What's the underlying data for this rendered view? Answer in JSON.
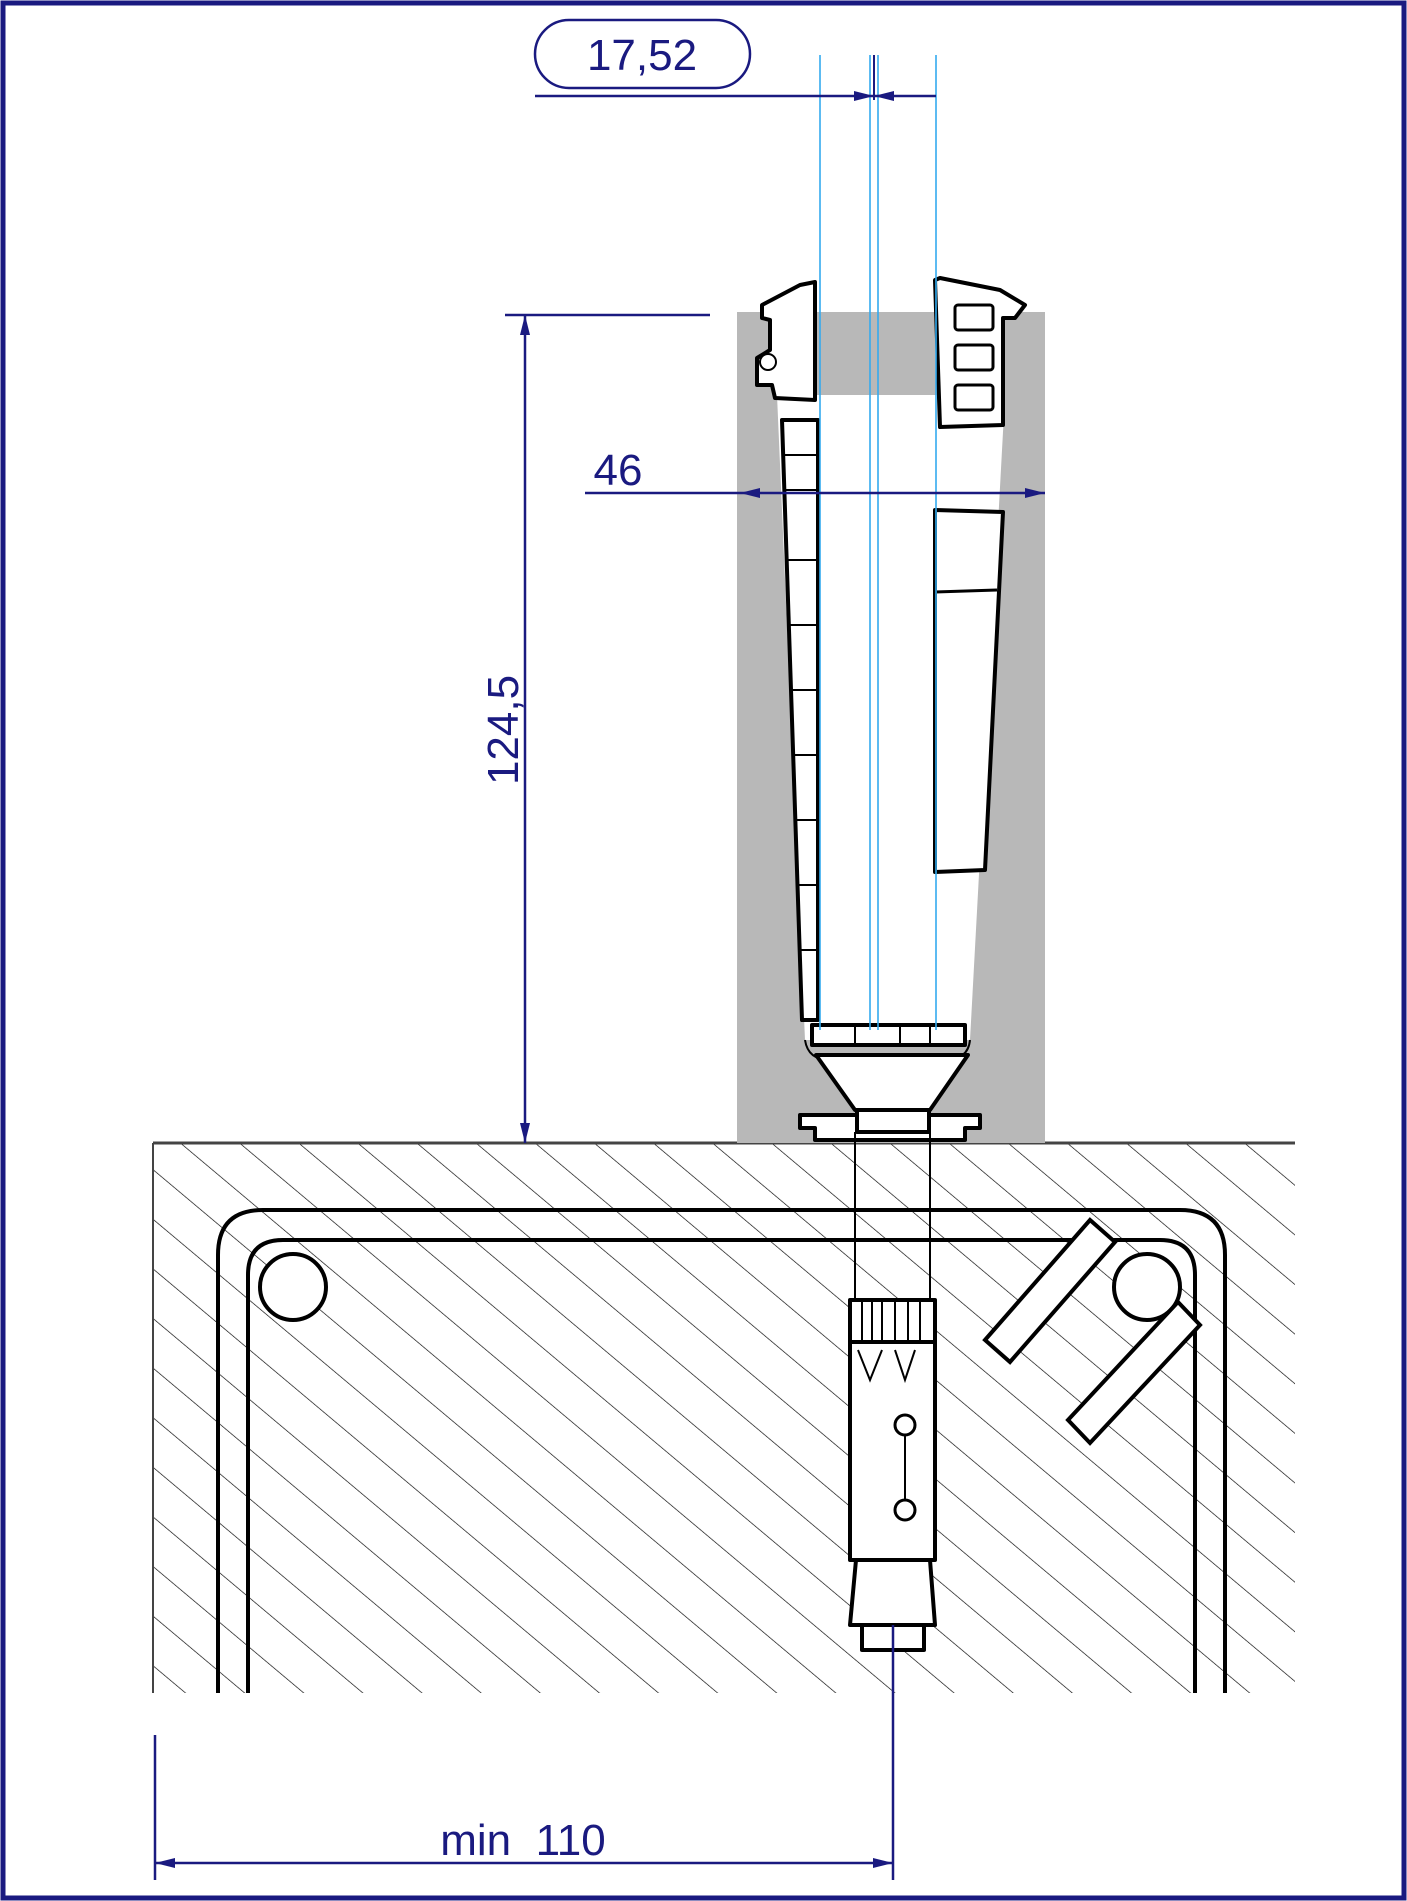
{
  "drawing": {
    "frame_color": "#1a1a80",
    "dimension_color": "#1a1a80",
    "glass_line_color": "#33aaee",
    "profile_fill_color": "#b8b8b8",
    "dimensions": {
      "glass_thickness": "17,52",
      "profile_width": "46",
      "profile_height": "124,5",
      "edge_distance": "min  110"
    }
  }
}
